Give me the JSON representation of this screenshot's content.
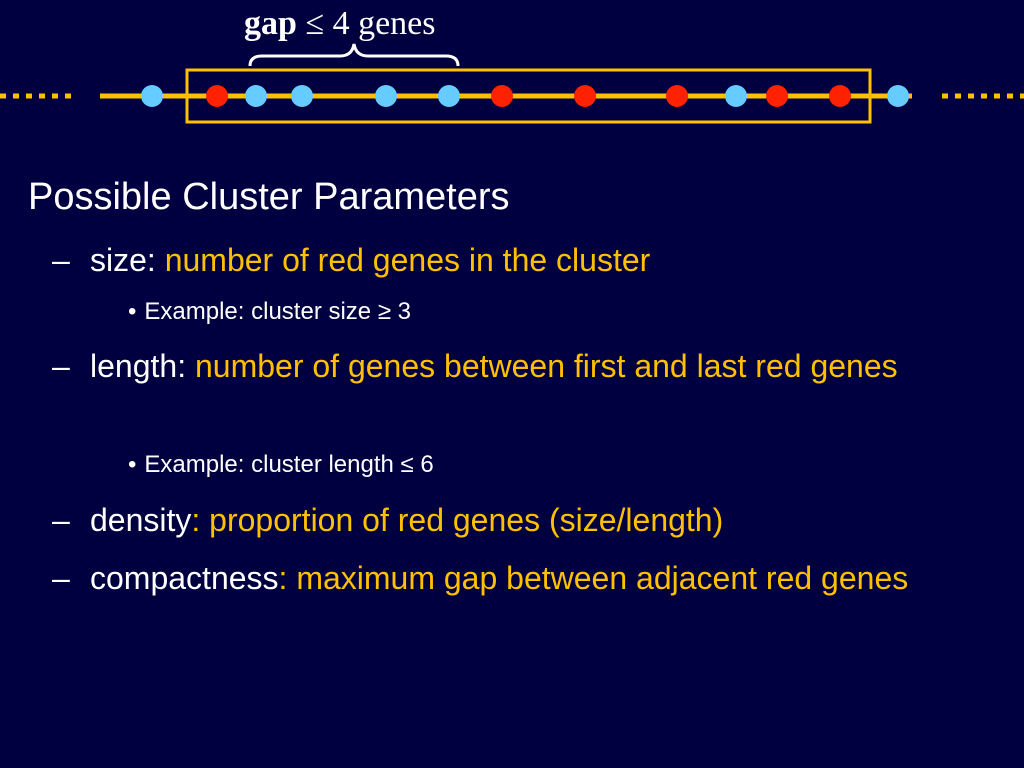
{
  "diagram": {
    "gap_label": {
      "bold": "gap",
      "rest": " ≤ 4 genes"
    },
    "gene_sequence": [
      "blue",
      "red",
      "blue",
      "blue",
      "blue",
      "blue",
      "red",
      "red",
      "red",
      "blue",
      "red",
      "red",
      "blue"
    ],
    "colors": {
      "background": "#000040",
      "line": "#ffc000",
      "box": "#ffc000",
      "blue_gene": "#66ccff",
      "red_gene": "#ff2200",
      "brace": "#ffffff"
    }
  },
  "content": {
    "heading": "Possible Cluster Parameters",
    "items": [
      {
        "dash": "–",
        "term": "size:",
        "desc": " number of red genes in the cluster",
        "example": {
          "bullet": "•",
          "text": "Example: cluster size  ≥ 3"
        }
      },
      {
        "dash": "–",
        "term": "length:",
        "desc": " number of genes between first and last red genes",
        "example": {
          "bullet": "•",
          "text": "Example: cluster length ≤ 6"
        }
      },
      {
        "dash": "–",
        "term": "density",
        "desc": ": proportion of red genes (size/length)"
      },
      {
        "dash": "–",
        "term": "compactness",
        "desc": ": maximum gap between adjacent red genes"
      }
    ]
  }
}
